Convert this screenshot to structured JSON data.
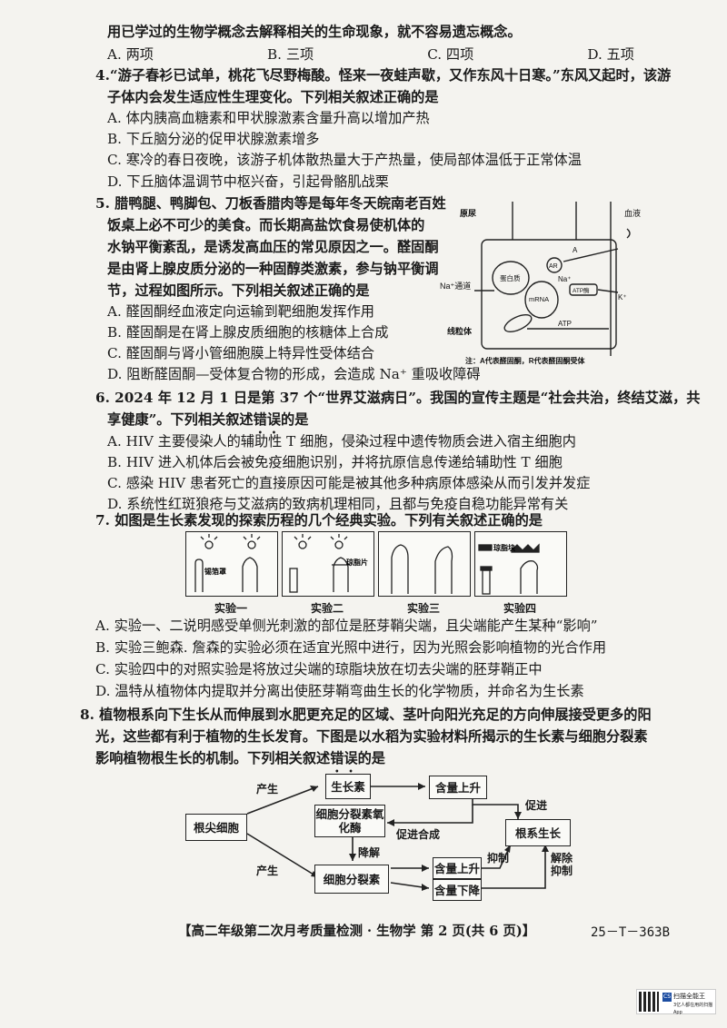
{
  "top": {
    "line1": "用已学过的生物学概念去解释相关的生命现象，就不容易遗忘概念。",
    "options": [
      "A. 两项",
      "B. 三项",
      "C. 四项",
      "D. 五项"
    ]
  },
  "q4": {
    "stem1": "4.“游子春衫已试单，桃花飞尽野梅酸。怪来一夜蛙声歇，又作东风十日寒。”东风又起时，该游",
    "stem2": "子体内会发生适应性生理变化。下列相关叙述正确的是",
    "A": "A. 体内胰高血糖素和甲状腺激素含量升高以增加产热",
    "B": "B. 下丘脑分泌的促甲状腺激素增多",
    "C": "C. 寒冷的春日夜晚，该游子机体散热量大于产热量，使局部体温低于正常体温",
    "D": "D. 下丘脑体温调节中枢兴奋，引起骨骼肌战栗"
  },
  "q5": {
    "s1": "5. 腊鸭腿、鸭脚包、刀板香腊肉等是每年冬天皖南老百姓",
    "s2": "饭桌上必不可少的美食。而长期高盐饮食易使机体的",
    "s3": "水钠平衡紊乱，是诱发高血压的常见原因之一。醛固酮",
    "s4": "是由肾上腺皮质分泌的一种固醇类激素，参与钠平衡调",
    "s5": "节，过程如图所示。下列相关叙述正确的是",
    "A": "A. 醛固酮经血液定向运输到靶细胞发挥作用",
    "B": "B. 醛固酮是在肾上腺皮质细胞的核糖体上合成",
    "C": "C. 醛固酮与肾小管细胞膜上特异性受体结合",
    "D": "D. 阻断醛固酮—受体复合物的形成，会造成 Na⁺ 重吸收障碍",
    "figure": {
      "urine": "原尿",
      "blood": "血液",
      "protein": "蛋白质",
      "mrna": "mRNA",
      "ar": "AR",
      "a": "A",
      "na_channel": "Na⁺通道",
      "na": "Na⁺",
      "atpase": "ATP酶",
      "k": "K⁺",
      "atp": "ATP",
      "mito": "线粒体",
      "note": "注：A代表醛固酮，R代表醛固酮受体"
    }
  },
  "q6": {
    "s1": "6. 2024 年 12 月 1 日是第 37 个“世界艾滋病日”。我国的宣传主题是“社会共治，终结艾滋，共",
    "s2a": "享健康”。下列相关叙述",
    "s2b": "错误",
    "s2c": "的是",
    "A": "A. HIV 主要侵染人的辅助性 T 细胞，侵染过程中遗传物质会进入宿主细胞内",
    "B": "B. HIV 进入机体后会被免疫细胞识别，并将抗原信息传递给辅助性 T 细胞",
    "C": "C. 感染 HIV 患者死亡的直接原因可能是被其他多种病原体感染从而引发并发症",
    "D": "D. 系统性红斑狼疮与艾滋病的致病机理相同，且都与免疫自稳功能异常有关"
  },
  "q7": {
    "s1": "7. 如图是生长素发现的探索历程的几个经典实验。下列有关叙述正确的是",
    "labels": [
      "实验一",
      "实验二",
      "实验三",
      "实验四"
    ],
    "tinfoil": "锡箔罩",
    "agar_sheet": "琼脂片",
    "agar_block": "琼脂块",
    "A": "A. 实验一、二说明感受单侧光刺激的部位是胚芽鞘尖端，且尖端能产生某种“影响”",
    "B": "B. 实验三鲍森. 詹森的实验必须在适宜光照中进行，因为光照会影响植物的光合作用",
    "C": "C. 实验四中的对照实验是将放过尖端的琼脂块放在切去尖端的胚芽鞘正中",
    "D": "D. 温特从植物体内提取并分离出使胚芽鞘弯曲生长的化学物质，并命名为生长素"
  },
  "q8": {
    "s1": "8. 植物根系向下生长从而伸展到水肥更充足的区域、茎叶向阳光充足的方向伸展接受更多的阳",
    "s2": "光，这些都有利于植物的生长发育。下图是以水稻为实验材料所揭示的生长素与细胞分裂素",
    "s3a": "影响植物根生长的机制。下列相关叙述",
    "s3b": "错误",
    "s3c": "的是",
    "flow": {
      "root_tip": "根尖细胞",
      "produce1": "产生",
      "produce2": "产生",
      "auxin": "生长素",
      "rise1": "含量上升",
      "oxidase": "细胞分裂素氧化酶",
      "promote_syn": "促进合成",
      "degrade": "降解",
      "cytokinin": "细胞分裂素",
      "rise2": "含量上升",
      "fall": "含量下降",
      "root_growth": "根系生长",
      "promote": "促进",
      "inhibit": "抑制",
      "release": "解除抑制"
    }
  },
  "footer": {
    "title": "【高二年级第二次月考质量检测 · 生物学  第 2 页(共 6 页)】",
    "code": "25－T－363B"
  },
  "scanner": {
    "badge": "CS",
    "name": "扫描全能王",
    "sub": "3亿人都在用的扫描App"
  }
}
